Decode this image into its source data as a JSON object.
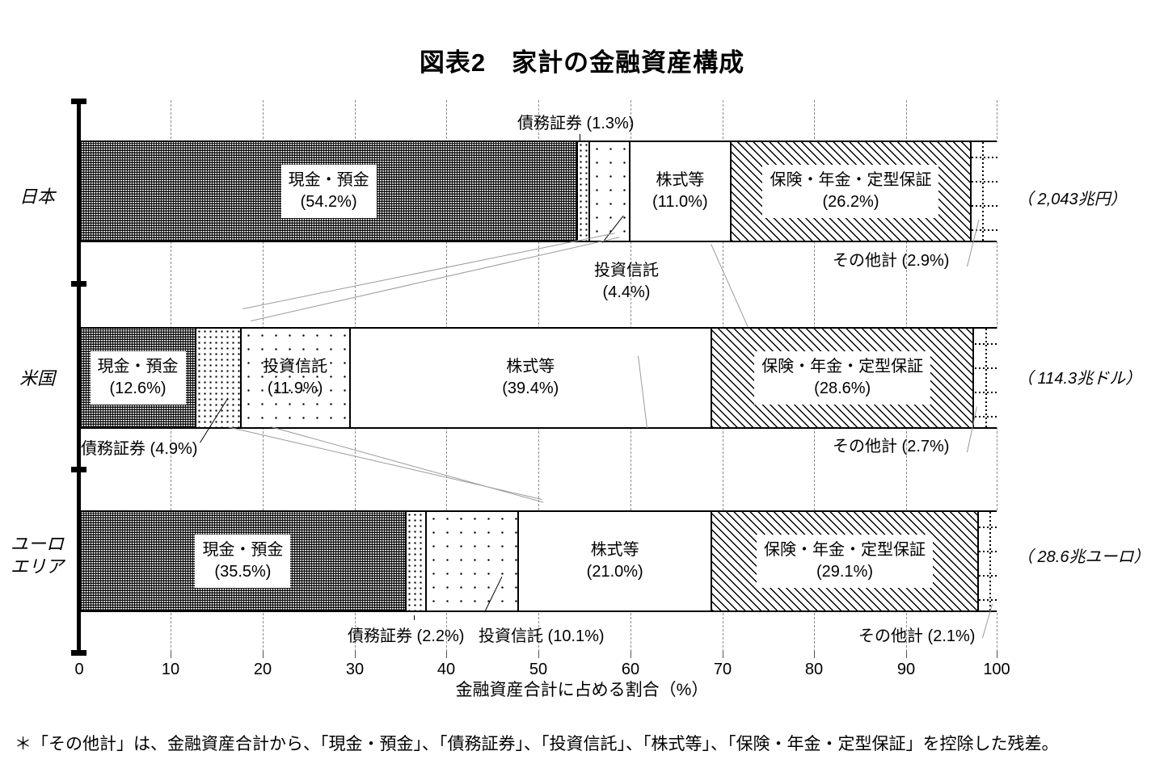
{
  "title": "図表2　家計の金融資産構成",
  "axis": {
    "xlabel": "金融資産合計に占める割合（%）",
    "ticks": [
      "0",
      "10",
      "20",
      "30",
      "40",
      "50",
      "60",
      "70",
      "80",
      "90",
      "100"
    ],
    "xlim": [
      0,
      100
    ]
  },
  "footnote": "＊「その他計」は、金融資産合計から、「現金・預金」、「債務証券」、「投資信託」、「株式等」、「保険・年金・定型保証」を控除した残差。",
  "categories": {
    "cash": "現金・預金",
    "debt": "債務証券",
    "fund": "投資信託",
    "equity": "株式等",
    "insurance": "保険・年金・定型保証",
    "other": "その他計"
  },
  "rows": {
    "japan": {
      "label": "日本",
      "total": "（ 2,043兆円）"
    },
    "us": {
      "label": "米国",
      "total": "（ 114.3兆ドル）"
    },
    "euro": {
      "label": "ユーロ\nエリア",
      "label_line1": "ユーロ",
      "label_line2": "エリア",
      "total": "（ 28.6兆ユーロ）"
    }
  },
  "labels": {
    "jp_cash": "現金・預金",
    "jp_cash_pct": "(54.2%)",
    "jp_debt": "債務証券 (1.3%)",
    "jp_fund": "投資信託",
    "jp_fund_pct": "(4.4%)",
    "jp_equity": "株式等",
    "jp_equity_pct": "(11.0%)",
    "jp_ins": "保険・年金・定型保証",
    "jp_ins_pct": "(26.2%)",
    "jp_other": "その他計 (2.9%)",
    "us_cash": "現金・預金",
    "us_cash_pct": "(12.6%)",
    "us_debt": "債務証券 (4.9%)",
    "us_fund": "投資信託",
    "us_fund_pct": "(11.9%)",
    "us_equity": "株式等",
    "us_equity_pct": "(39.4%)",
    "us_ins": "保険・年金・定型保証",
    "us_ins_pct": "(28.6%)",
    "us_other": "その他計 (2.7%)",
    "eu_cash": "現金・預金",
    "eu_cash_pct": "(35.5%)",
    "eu_debt": "債務証券 (2.2%)",
    "eu_fund": "投資信託 (10.1%)",
    "eu_equity": "株式等",
    "eu_equity_pct": "(21.0%)",
    "eu_ins": "保険・年金・定型保証",
    "eu_ins_pct": "(29.1%)",
    "eu_other": "その他計 (2.1%)"
  },
  "chart_data": {
    "type": "bar",
    "orientation": "horizontal",
    "stacked": true,
    "title": "図表2　家計の金融資産構成",
    "xlabel": "金融資産合計に占める割合（%）",
    "ylabel": "",
    "xlim": [
      0,
      100
    ],
    "xticks": [
      0,
      10,
      20,
      30,
      40,
      50,
      60,
      70,
      80,
      90,
      100
    ],
    "grid": true,
    "legend": "in-bar labels",
    "categories": [
      "日本",
      "米国",
      "ユーロエリア"
    ],
    "series": [
      {
        "name": "現金・預金",
        "values": [
          54.2,
          12.6,
          35.5
        ]
      },
      {
        "name": "債務証券",
        "values": [
          1.3,
          4.9,
          2.2
        ]
      },
      {
        "name": "投資信託",
        "values": [
          4.4,
          11.9,
          10.1
        ]
      },
      {
        "name": "株式等",
        "values": [
          11.0,
          39.4,
          21.0
        ]
      },
      {
        "name": "保険・年金・定型保証",
        "values": [
          26.2,
          28.6,
          29.1
        ]
      },
      {
        "name": "その他計",
        "values": [
          2.9,
          2.7,
          2.1
        ]
      }
    ],
    "annotations": [
      {
        "category": "日本",
        "text": "（ 2,043兆円）"
      },
      {
        "category": "米国",
        "text": "（ 114.3兆ドル）"
      },
      {
        "category": "ユーロエリア",
        "text": "（ 28.6兆ユーロ）"
      }
    ],
    "note": "＊「その他計」は、金融資産合計から、「現金・預金」、「債務証券」、「投資信託」、「株式等」、「保険・年金・定型保証」を控除した残差。"
  }
}
